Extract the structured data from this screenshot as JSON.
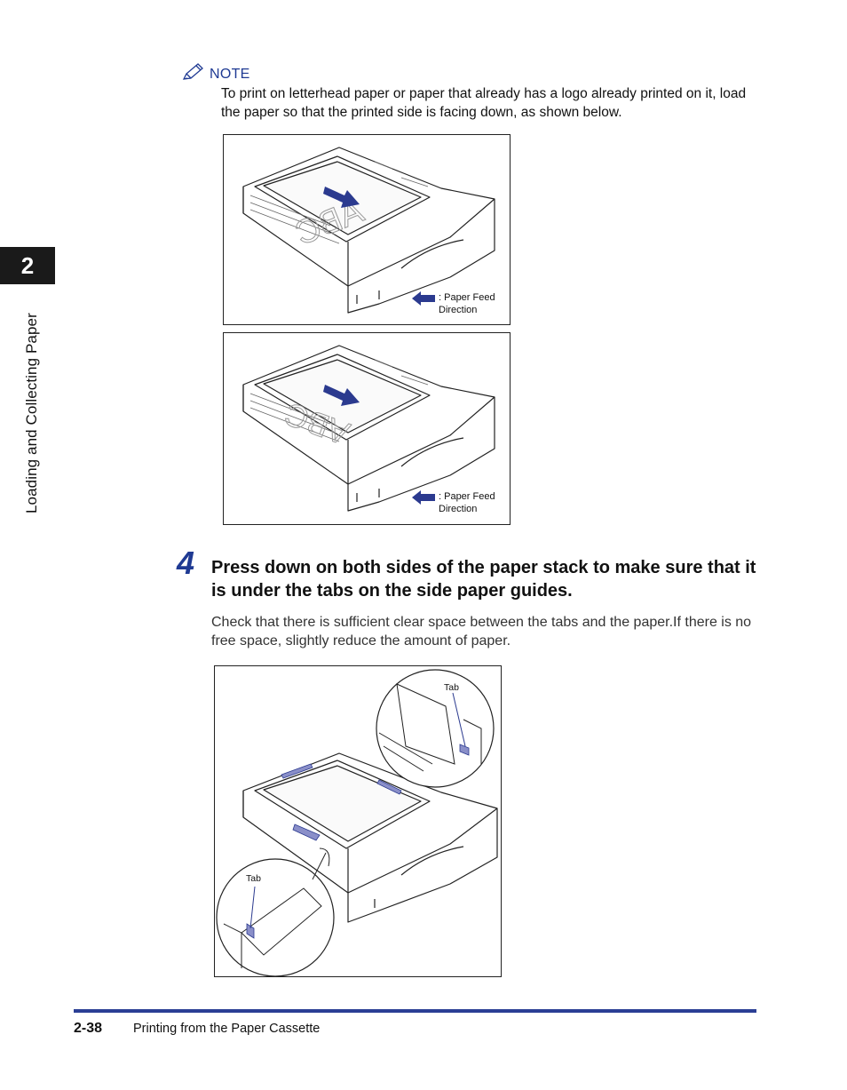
{
  "sidebar": {
    "chapter_number": "2",
    "chapter_title": "Loading and Collecting Paper"
  },
  "note": {
    "label": "NOTE",
    "text": "To print on letterhead paper or paper that already has a logo already printed on it, load the paper so that the printed side is facing down, as shown below."
  },
  "figures": {
    "letterhead_top": {
      "paper_mark": "ABC",
      "legend": ": Paper Feed\nDirection"
    },
    "letterhead_bottom": {
      "paper_mark": "ABC",
      "legend": ": Paper Feed\nDirection"
    },
    "tabs": {
      "callout_upper": "Tab",
      "callout_lower": "Tab"
    }
  },
  "step": {
    "number": "4",
    "title": "Press down on both sides of the paper stack to make sure that it is under the tabs on the side paper guides.",
    "body": "Check that there is sufficient clear space between the tabs and the paper.If there is no free space, slightly reduce the amount of paper."
  },
  "footer": {
    "page_number": "2-38",
    "section_title": "Printing from the Paper Cassette"
  },
  "colors": {
    "accent_blue": "#1f3a93",
    "arrow_blue": "#2b3a8f",
    "rule_blue": "#2b3f95",
    "tab_dark": "#1a1a1a"
  },
  "icons": {
    "note": "pencil-icon",
    "feed_arrow": "left-arrow-icon",
    "paper_arrow": "down-right-arrow-icon"
  }
}
